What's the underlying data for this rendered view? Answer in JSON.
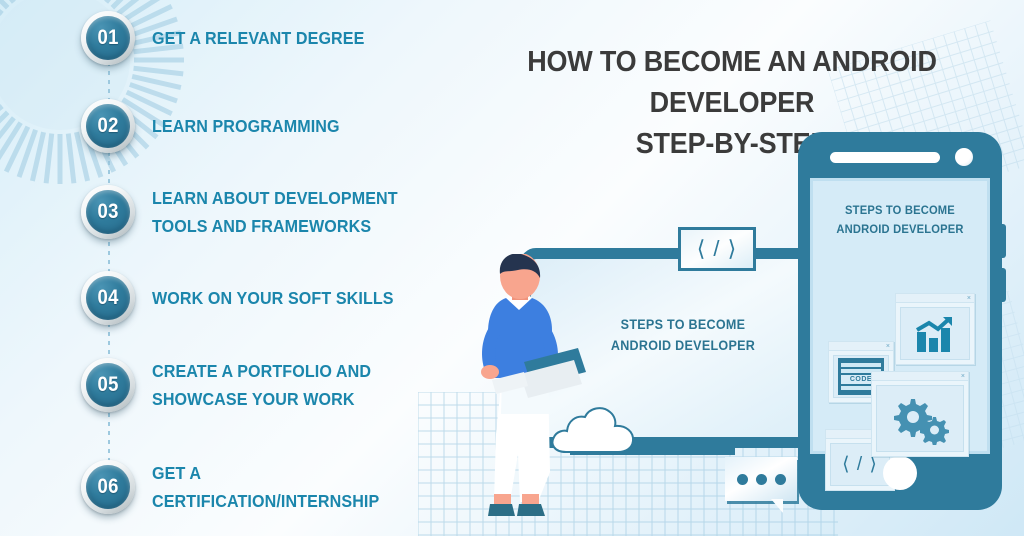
{
  "theme": {
    "accent_teal": "#2f7b9c",
    "step_text_blue": "#1b86ac",
    "heading_gray": "#3b3b3b",
    "background": "#eaf6fc"
  },
  "heading": {
    "title": "HOW TO BECOME AN ANDROID DEVELOPER\nSTEP-BY-STEP"
  },
  "steps": [
    {
      "number": "01",
      "label": "GET A RELEVANT DEGREE"
    },
    {
      "number": "02",
      "label": "LEARN PROGRAMMING"
    },
    {
      "number": "03",
      "label": "LEARN ABOUT DEVELOPMENT\nTOOLS AND FRAMEWORKS"
    },
    {
      "number": "04",
      "label": "WORK ON YOUR SOFT SKILLS"
    },
    {
      "number": "05",
      "label": "CREATE A PORTFOLIO AND\nSHOWCASE YOUR WORK"
    },
    {
      "number": "06",
      "label": "GET A CERTIFICATION/INTERNSHIP"
    }
  ],
  "illustration": {
    "monitor": {
      "screen_text": "STEPS TO BECOME\nANDROID DEVELOPER",
      "code_badge": "⟨ / ⟩",
      "icon_cloud": "cloud-icon",
      "icon_monitor": "monitor-icon"
    },
    "phone": {
      "screen_text": "STEPS TO BECOME\nANDROID DEVELOPER",
      "icon_phone": "smartphone-icon",
      "windows": [
        {
          "name": "chart-window",
          "icon": "growth-chart-icon",
          "close": "×"
        },
        {
          "name": "code-window",
          "icon": "code-editor-icon",
          "label": "CODE",
          "close": "×"
        },
        {
          "name": "gear-window",
          "icon": "gears-icon",
          "close": "×"
        },
        {
          "name": "bracket-window",
          "icon": "code-brackets-icon",
          "glyph": "⟨ / ⟩",
          "close": "×"
        }
      ]
    },
    "chat_bubble": {
      "name": "chat-bubble-icon",
      "dots": 3
    },
    "person": {
      "name": "developer-person-illustration",
      "holding": "laptop-icon"
    }
  }
}
